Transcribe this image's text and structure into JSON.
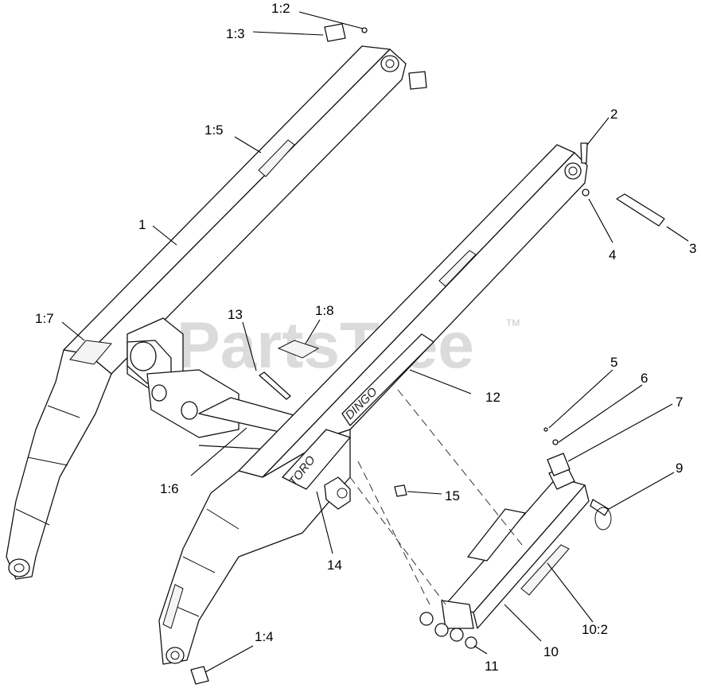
{
  "watermark": {
    "text": "PartsTree",
    "tm": "TM"
  },
  "decals": {
    "brand": "TORO",
    "model": "DINGO"
  },
  "callouts": [
    {
      "id": "1-2",
      "label": "1:2"
    },
    {
      "id": "1-3",
      "label": "1:3"
    },
    {
      "id": "1-5",
      "label": "1:5"
    },
    {
      "id": "1",
      "label": "1"
    },
    {
      "id": "1-7",
      "label": "1:7"
    },
    {
      "id": "13",
      "label": "13"
    },
    {
      "id": "1-8",
      "label": "1:8"
    },
    {
      "id": "1-6",
      "label": "1:6"
    },
    {
      "id": "12",
      "label": "12"
    },
    {
      "id": "2",
      "label": "2"
    },
    {
      "id": "4",
      "label": "4"
    },
    {
      "id": "3",
      "label": "3"
    },
    {
      "id": "5",
      "label": "5"
    },
    {
      "id": "6",
      "label": "6"
    },
    {
      "id": "7",
      "label": "7"
    },
    {
      "id": "9",
      "label": "9"
    },
    {
      "id": "15",
      "label": "15"
    },
    {
      "id": "14",
      "label": "14"
    },
    {
      "id": "10",
      "label": "10"
    },
    {
      "id": "10-2",
      "label": "10:2"
    },
    {
      "id": "11",
      "label": "11"
    },
    {
      "id": "1-4",
      "label": "1:4"
    }
  ]
}
